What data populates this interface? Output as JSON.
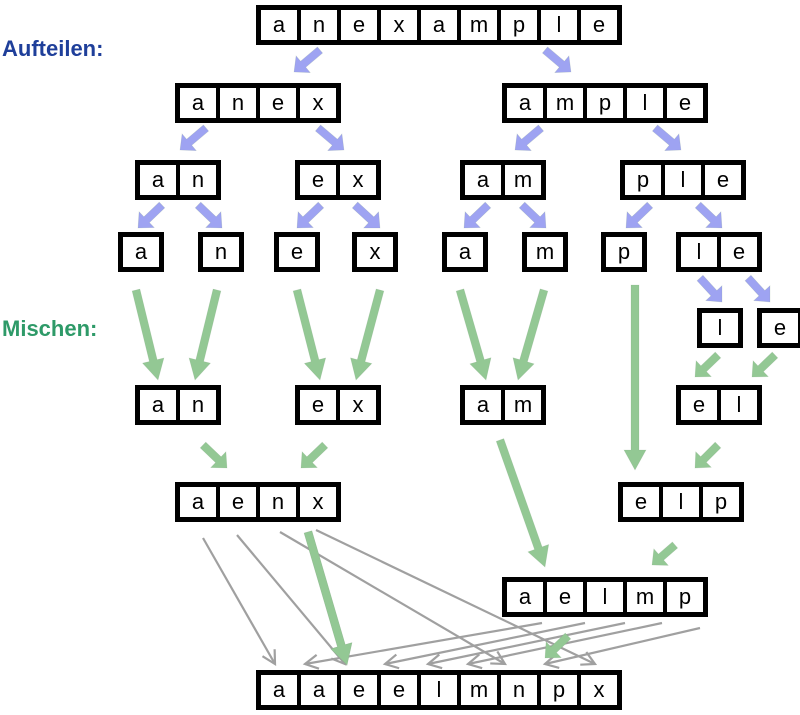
{
  "labels": {
    "split": "Aufteilen:",
    "merge": "Mischen:"
  },
  "colors": {
    "split_label": "#1f3f9a",
    "merge_label": "#2e9a68",
    "split_arrow": "#9ea3f2",
    "merge_arrow": "#93c894",
    "final_merge_line": "#a0a0a0"
  },
  "boxes": [
    {
      "id": "r0-anexample",
      "cells": [
        "a",
        "n",
        "e",
        "x",
        "a",
        "m",
        "p",
        "l",
        "e"
      ]
    },
    {
      "id": "r1-anex",
      "cells": [
        "a",
        "n",
        "e",
        "x"
      ]
    },
    {
      "id": "r1-ample",
      "cells": [
        "a",
        "m",
        "p",
        "l",
        "e"
      ]
    },
    {
      "id": "r2-an",
      "cells": [
        "a",
        "n"
      ]
    },
    {
      "id": "r2-ex",
      "cells": [
        "e",
        "x"
      ]
    },
    {
      "id": "r2-am",
      "cells": [
        "a",
        "m"
      ]
    },
    {
      "id": "r2-ple",
      "cells": [
        "p",
        "l",
        "e"
      ]
    },
    {
      "id": "r3-a",
      "cells": [
        "a"
      ]
    },
    {
      "id": "r3-n",
      "cells": [
        "n"
      ]
    },
    {
      "id": "r3-e",
      "cells": [
        "e"
      ]
    },
    {
      "id": "r3-x",
      "cells": [
        "x"
      ]
    },
    {
      "id": "r3-a2",
      "cells": [
        "a"
      ]
    },
    {
      "id": "r3-m",
      "cells": [
        "m"
      ]
    },
    {
      "id": "r3-p",
      "cells": [
        "p"
      ]
    },
    {
      "id": "r3-le",
      "cells": [
        "l",
        "e"
      ]
    },
    {
      "id": "r3b-l",
      "cells": [
        "l"
      ]
    },
    {
      "id": "r3b-e",
      "cells": [
        "e"
      ]
    },
    {
      "id": "r4-an",
      "cells": [
        "a",
        "n"
      ]
    },
    {
      "id": "r4-ex",
      "cells": [
        "e",
        "x"
      ]
    },
    {
      "id": "r4-am",
      "cells": [
        "a",
        "m"
      ]
    },
    {
      "id": "r4-el",
      "cells": [
        "e",
        "l"
      ]
    },
    {
      "id": "r5-aenx",
      "cells": [
        "a",
        "e",
        "n",
        "x"
      ]
    },
    {
      "id": "r5-elp",
      "cells": [
        "e",
        "l",
        "p"
      ]
    },
    {
      "id": "r6-aelmp",
      "cells": [
        "a",
        "e",
        "l",
        "m",
        "p"
      ]
    },
    {
      "id": "r7-sorted",
      "cells": [
        "a",
        "a",
        "e",
        "e",
        "l",
        "m",
        "n",
        "p",
        "x"
      ]
    }
  ]
}
